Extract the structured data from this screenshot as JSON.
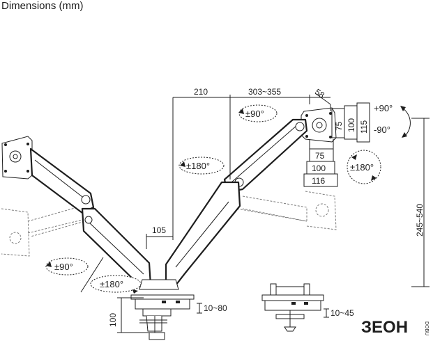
{
  "title": "Dimensions (mm)",
  "dimensions": {
    "arm_reach_1": "210",
    "arm_reach_2": "303~355",
    "plate_offset": "58",
    "pole_offset": "105",
    "height_range": "245~540",
    "clamp_height": "100",
    "clamp_range": "10~80",
    "grommet_range": "10~45",
    "vesa_75": "75",
    "vesa_100": "100",
    "vesa_115": "115",
    "vesa_116": "116"
  },
  "rotations": {
    "tilt_up": "+90°",
    "tilt_down": "-90°",
    "rotate_top": "±90°",
    "swivel_upper_arm": "±180°",
    "rotate_plate": "±180°",
    "swivel_left": "±90°",
    "swivel_left_lower": "±180°"
  },
  "brand": {
    "name": "ЗЕОН",
    "tagline": "DOBU"
  }
}
